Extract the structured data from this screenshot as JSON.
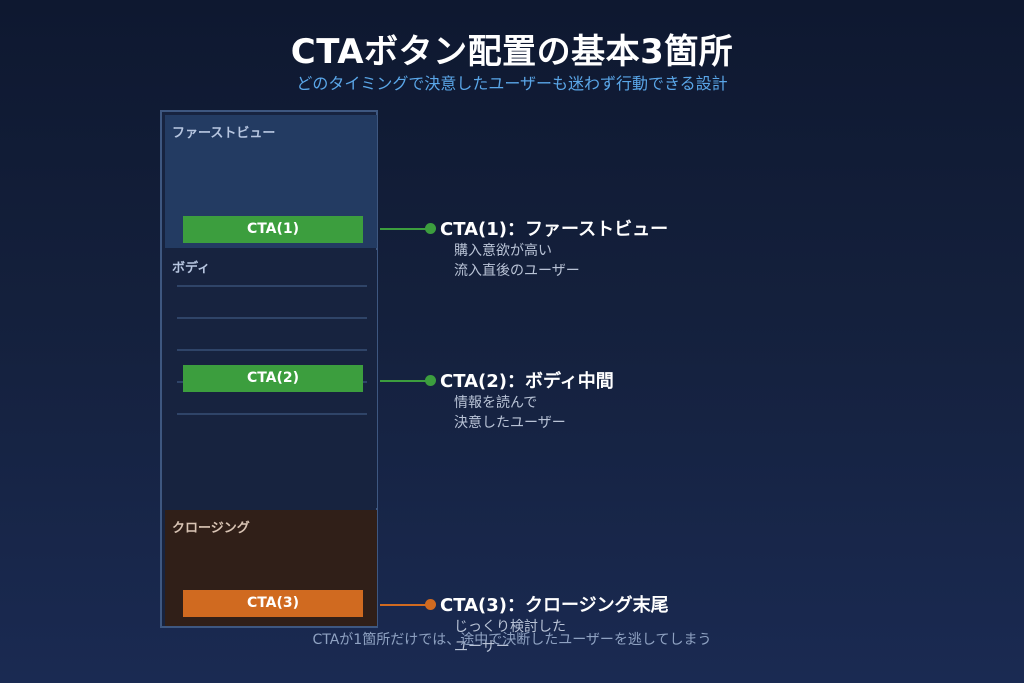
{
  "title": "CTAボタン配置の基本3箇所",
  "subtitle": "どのタイミングで決意したユーザーも迷わず行動できる設計",
  "mock": {
    "sections": {
      "first_view": "ファーストビュー",
      "body": "ボディ",
      "closing": "クロージング"
    },
    "buttons": {
      "cta1": "CTA(1)",
      "cta2": "CTA(2)",
      "cta3": "CTA(3)"
    }
  },
  "callouts": [
    {
      "title": "CTA(1)：ファーストビュー",
      "desc_line1": "購入意欲が高い",
      "desc_line2": "流入直後のユーザー",
      "color": "#3c9e3e"
    },
    {
      "title": "CTA(2)：ボディ中間",
      "desc_line1": "情報を読んで",
      "desc_line2": "決意したユーザー",
      "color": "#3c9e3e"
    },
    {
      "title": "CTA(3)：クロージング末尾",
      "desc_line1": "じっくり検討した",
      "desc_line2": "ユーザー",
      "color": "#d06a20"
    }
  ],
  "footer_note": "CTAが1箇所だけでは、途中で決断したユーザーを逃してしまう",
  "colors": {
    "cta_green": "#3c9e3e",
    "cta_orange": "#d06a20",
    "subtitle_blue": "#5aa6e8",
    "first_view_bg": "#233b62",
    "closing_bg": "#301f18"
  }
}
